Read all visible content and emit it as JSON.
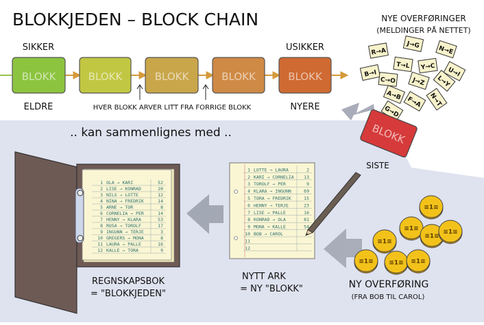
{
  "title": "BLOKKJEDEN – BLOCK CHAIN",
  "chain": {
    "secure_label": "SIKKER",
    "insecure_label": "USIKKER",
    "older_label": "ELDRE",
    "newer_label": "NYERE",
    "inherit_note": "HVER BLOKK ARVER LITT FRA FORRIGE BLOKK",
    "blocks": [
      {
        "label": "BLOKK",
        "color": "#8cc43f"
      },
      {
        "label": "BLOKK",
        "color": "#c2c743"
      },
      {
        "label": "BLOKK",
        "color": "#c9a64a"
      },
      {
        "label": "BLOKK",
        "color": "#cf8a45"
      },
      {
        "label": "BLOKK",
        "color": "#cf6a32"
      }
    ]
  },
  "new_transfers": {
    "title_line1": "NYE OVERFØRINGER",
    "title_line2": "(MELDINGER PÅ NETTET)",
    "notes": [
      "R→A",
      "J→G",
      "N→E",
      "T→L",
      "Y→C",
      "U→I",
      "B→I",
      "C→O",
      "J→Z",
      "L→Y",
      "A→B",
      "F→A",
      "N→T",
      "G→D"
    ]
  },
  "last_block": {
    "label": "BLOKK",
    "caption": "SISTE",
    "color": "#d63a3a"
  },
  "compare_text": ".. kan sammenlignes med ..",
  "ledger_book": {
    "caption_line1": "REGNSKAPSBOK",
    "caption_line2": "= \"BLOKKJEDEN\"",
    "rows": [
      {
        "n": "1",
        "entry": "OLA → KARI",
        "amt": "52"
      },
      {
        "n": "2",
        "entry": "LISE → KONRAD",
        "amt": "20"
      },
      {
        "n": "3",
        "entry": "NILS → LOTTE",
        "amt": "12"
      },
      {
        "n": "4",
        "entry": "NINA → FREDRIK",
        "amt": "14"
      },
      {
        "n": "5",
        "entry": "ARNE → TOR",
        "amt": "8"
      },
      {
        "n": "6",
        "entry": "CORNELIA → PER",
        "amt": "14"
      },
      {
        "n": "7",
        "entry": "HENNY → KLARA",
        "amt": "53"
      },
      {
        "n": "8",
        "entry": "ROSA → TOROLF",
        "amt": "17"
      },
      {
        "n": "9",
        "entry": "INGUNN → TERJE",
        "amt": "3"
      },
      {
        "n": "10",
        "entry": "GREGERS → MONA",
        "amt": "8"
      },
      {
        "n": "11",
        "entry": "LAURA → PALLE",
        "amt": "16"
      },
      {
        "n": "12",
        "entry": "KALLE → TORA",
        "amt": "9"
      }
    ]
  },
  "new_sheet": {
    "caption_line1": "NYTT ARK",
    "caption_line2": "= NY \"BLOKK\"",
    "rows": [
      {
        "n": "1",
        "entry": "LOTTE → LAURA",
        "amt": "2"
      },
      {
        "n": "2",
        "entry": "KARI → CORNELIA",
        "amt": "13"
      },
      {
        "n": "3",
        "entry": "TOROLF → PER",
        "amt": "9"
      },
      {
        "n": "4",
        "entry": "KLARA → INGUNN",
        "amt": "69"
      },
      {
        "n": "5",
        "entry": "TORA → FREDRIK",
        "amt": "15"
      },
      {
        "n": "6",
        "entry": "HENNY → TERJE",
        "amt": "23"
      },
      {
        "n": "7",
        "entry": "LISE → PALLE",
        "amt": "16"
      },
      {
        "n": "8",
        "entry": "KONRAD → OLA",
        "amt": "81"
      },
      {
        "n": "9",
        "entry": "MONA → KALLE",
        "amt": "54"
      },
      {
        "n": "10",
        "entry": "BOB → CAROL",
        "amt": ""
      },
      {
        "n": "11",
        "entry": "",
        "amt": ""
      },
      {
        "n": "12",
        "entry": "",
        "amt": ""
      }
    ]
  },
  "new_transfer": {
    "caption_line1": "NY OVERFØRING",
    "caption_line2": "(FRA BOB TIL CAROL)",
    "coin_label": "≡1≡"
  },
  "colors": {
    "ground": "#dfe2ef",
    "arrow_gray": "#a3a8b5",
    "chain_arrow": "#d49a3a",
    "paper": "#faf6d4",
    "binder": "#6e5a55",
    "coin": "#f3c21a",
    "ink": "#3a7d7a"
  }
}
